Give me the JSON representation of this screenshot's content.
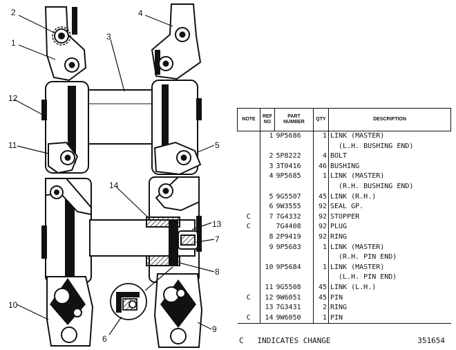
{
  "diagram": {
    "callouts": [
      "1",
      "2",
      "3",
      "4",
      "5",
      "6",
      "7",
      "8",
      "9",
      "10",
      "11",
      "12",
      "13",
      "14"
    ]
  },
  "table": {
    "headers": {
      "note": "NOTE",
      "ref_line1": "REF",
      "ref_line2": "NO",
      "part_line1": "PART",
      "part_line2": "NUMBER",
      "qty": "QTY",
      "description": "DESCRIPTION"
    },
    "rows": [
      {
        "note": "",
        "ref": "1",
        "part": "9P5686",
        "qty": "1",
        "desc": "LINK (MASTER)"
      },
      {
        "note": "",
        "ref": "",
        "part": "",
        "qty": "",
        "desc": "  (L.H. BUSHING END)"
      },
      {
        "note": "",
        "ref": "2",
        "part": "5P8222",
        "qty": "4",
        "desc": "BOLT"
      },
      {
        "note": "",
        "ref": "3",
        "part": "3T0416",
        "qty": "46",
        "desc": "BUSHING"
      },
      {
        "note": "",
        "ref": "4",
        "part": "9P5685",
        "qty": "1",
        "desc": "LINK (MASTER)"
      },
      {
        "note": "",
        "ref": "",
        "part": "",
        "qty": "",
        "desc": "  (R.H. BUSHING END)"
      },
      {
        "note": "",
        "ref": "5",
        "part": "9G5507",
        "qty": "45",
        "desc": "LINK (R.H.)"
      },
      {
        "note": "",
        "ref": "6",
        "part": "9W3555",
        "qty": "92",
        "desc": "SEAL GP."
      },
      {
        "note": "C",
        "ref": "7",
        "part": "7G4332",
        "qty": "92",
        "desc": "STOPPER"
      },
      {
        "note": "C",
        "ref": "",
        "part": "7G4408",
        "qty": "92",
        "desc": "PLUG"
      },
      {
        "note": "",
        "ref": "8",
        "part": "2P9419",
        "qty": "92",
        "desc": "RING"
      },
      {
        "note": "",
        "ref": "9",
        "part": "9P5683",
        "qty": "1",
        "desc": "LINK (MASTER)"
      },
      {
        "note": "",
        "ref": "",
        "part": "",
        "qty": "",
        "desc": "  (R.H. PIN END)"
      },
      {
        "note": "",
        "ref": "10",
        "part": "9P5684",
        "qty": "1",
        "desc": "LINK (MASTER)"
      },
      {
        "note": "",
        "ref": "",
        "part": "",
        "qty": "",
        "desc": "  (L.H. PIN END)"
      },
      {
        "note": "",
        "ref": "11",
        "part": "9G5508",
        "qty": "45",
        "desc": "LINK (L.H.)"
      },
      {
        "note": "C",
        "ref": "12",
        "part": "9W6051",
        "qty": "45",
        "desc": "PIN"
      },
      {
        "note": "",
        "ref": "13",
        "part": "7G3431",
        "qty": "2",
        "desc": "RING"
      },
      {
        "note": "C",
        "ref": "14",
        "part": "9W6050",
        "qty": "1",
        "desc": "PIN"
      }
    ]
  },
  "footer": {
    "note": "C   INDICATES CHANGE",
    "code": "351654"
  }
}
